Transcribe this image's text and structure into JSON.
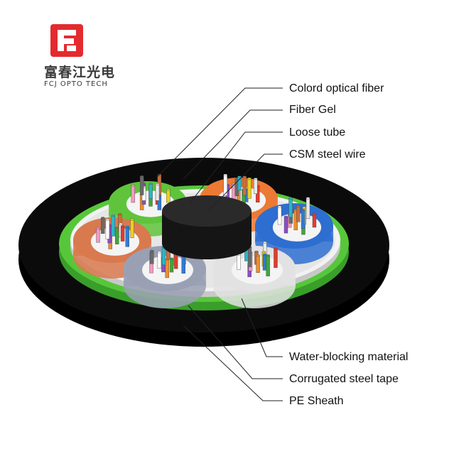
{
  "brand": {
    "name_cn": "富春江光电",
    "name_en": "FCJ OPTO TECH",
    "color": "#e42a2e"
  },
  "labels": {
    "colord_optical_fiber": "Colord optical fiber",
    "fiber_gel": "Fiber Gel",
    "loose_tube": "Loose tube",
    "csm_steel_wire": "CSM steel wire",
    "water_blocking_material": "Water-blocking material",
    "corrugated_steel_tape": "Corrugated steel tape",
    "pe_sheath": "PE Sheath"
  },
  "colors": {
    "sheath": "#0b0b0b",
    "steel_tape": "#57c73a",
    "water_blocking": "#eeeeee",
    "csm_steel_wire": "#1c1c1c",
    "tube_green": "#5fc43b",
    "tube_orange": "#ec7a34",
    "tube_blue": "#2e6ed0",
    "tube_brown": "#d9794e",
    "tube_gray": "#9aa0b4",
    "tube_white": "#e2e2e2"
  }
}
